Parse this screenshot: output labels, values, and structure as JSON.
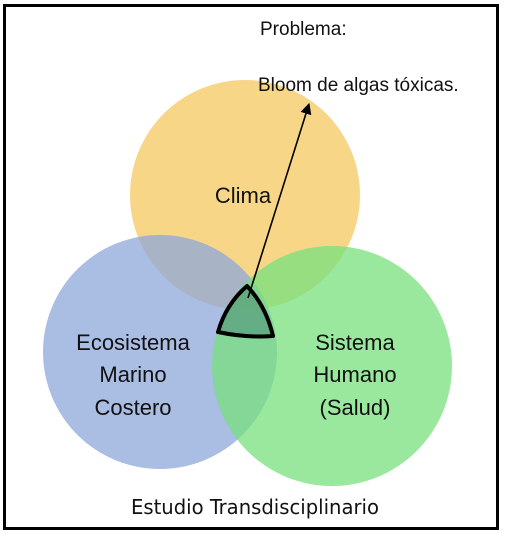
{
  "problem": {
    "heading": "Problema:",
    "text": "Bloom de algas tóxicas."
  },
  "circles": {
    "top": {
      "label": [
        "Clima"
      ],
      "color": "#f5c860"
    },
    "left": {
      "label": [
        "Ecosistema",
        "Marino",
        "Costero"
      ],
      "color": "#8ea7d9"
    },
    "right": {
      "label": [
        "Sistema",
        "Humano",
        "(Salud)"
      ],
      "color": "#77e07e"
    }
  },
  "footer": "Estudio Transdisciplinario"
}
